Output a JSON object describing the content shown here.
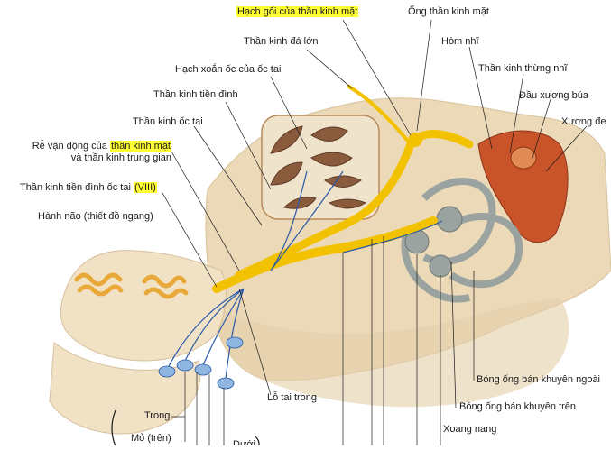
{
  "labels": {
    "geniculate_ganglion": "Hạch gối của thần kinh mặt",
    "facial_canal": "Ống thần kinh mặt",
    "greater_petrosal": "Thần kinh đá lớn",
    "tympanic_cavity": "Hòm nhĩ",
    "spiral_ganglion": "Hạch xoắn ốc của ốc tai",
    "chorda_tympani": "Thần kinh thừng nhĩ",
    "vestibular_nerve": "Thần kinh tiền đình",
    "malleus_head": "Đầu xương búa",
    "cochlear_nerve": "Thần kinh ốc tai",
    "stapes": "Xương đe",
    "motor_root_prefix": "Rễ vận động của",
    "motor_root_highlight": "thần kinh mặt",
    "motor_root_line2": "và thần kinh trung gian",
    "vestibulocochlear_prefix": "Thần kinh tiền đình ốc tai",
    "vestibulocochlear_highlight": "(VIII)",
    "brainstem": "Hành não (thiết đồ ngang)",
    "lateral_ampulla": "Bóng ống bán khuyên ngoài",
    "anterior_ampulla": "Bóng ống bán khuyên trên",
    "internal_meatus": "Lỗ tai trong",
    "utricle": "Xoang nang",
    "medial": "Trong",
    "superior": "Mỏ (trên)",
    "inferior_partial": "Dưới"
  },
  "colors": {
    "highlight": "#ffff33",
    "nerve_yellow": "#f2c200",
    "bone": "#ecd9b8",
    "brain": "#f1e2c6",
    "middle_ear": "#c9542a",
    "nerve_blue": "#2a5aa8",
    "labyrinth": "#9aa3a0"
  }
}
